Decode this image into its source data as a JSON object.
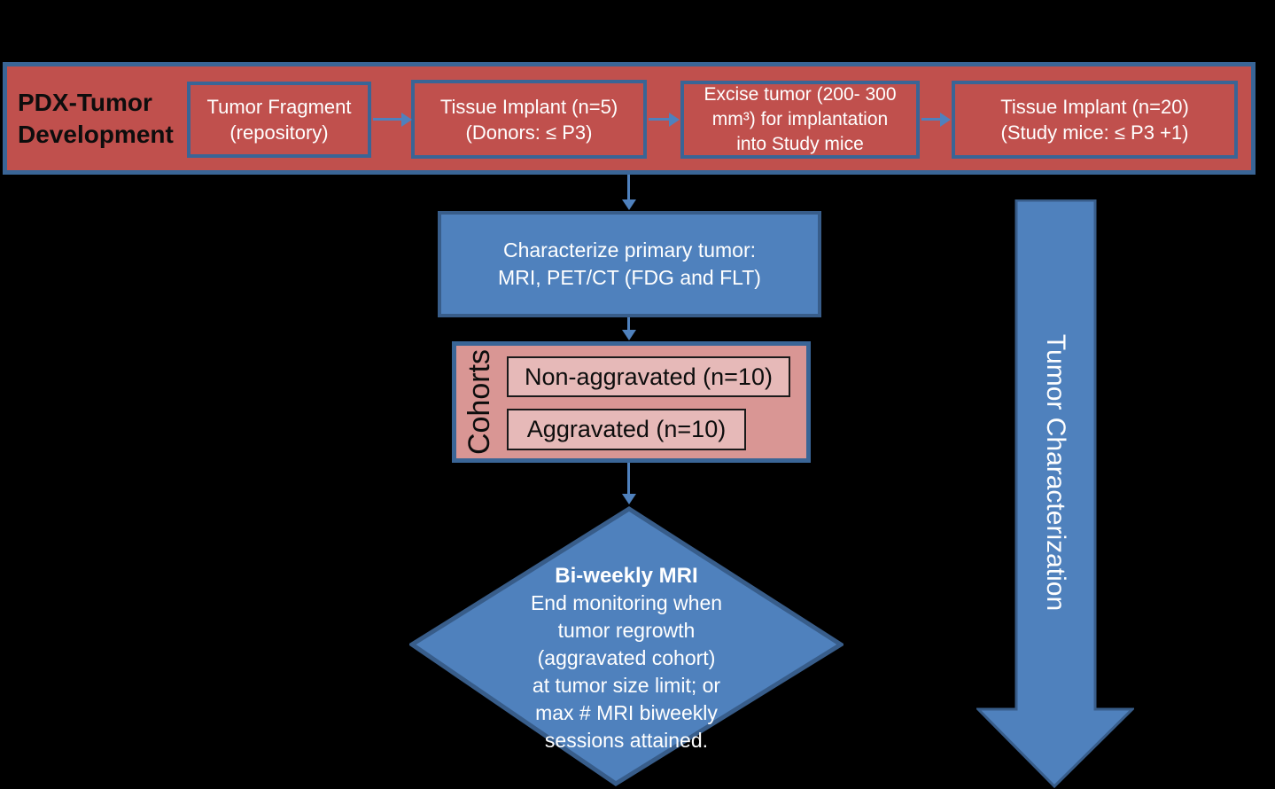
{
  "colors": {
    "background": "#000000",
    "red_fill": "#c0504d",
    "pink_fill": "#d99694",
    "light_pink_fill": "#e6b9b8",
    "blue_fill": "#4f81bd",
    "blue_border": "#3a6596",
    "dark_blue_border": "#385d8a",
    "connector": "#4f81bd"
  },
  "banner": {
    "label": [
      "PDX-Tumor",
      "Development"
    ],
    "boxes": [
      {
        "lines": [
          "Tumor Fragment",
          "(repository)"
        ]
      },
      {
        "lines": [
          "Tissue Implant (n=5)",
          "(Donors: ≤ P3)"
        ]
      },
      {
        "lines": [
          "Excise tumor (200- 300",
          "mm³) for implantation",
          "into Study mice"
        ]
      },
      {
        "lines": [
          "Tissue Implant (n=20)",
          "(Study mice: ≤ P3 +1)"
        ]
      }
    ]
  },
  "characterize_box": {
    "lines": [
      "Characterize primary tumor:",
      "MRI, PET/CT (FDG and FLT)"
    ]
  },
  "cohorts": {
    "label": "Cohorts",
    "items": [
      {
        "label": "Non-aggravated (n=10)"
      },
      {
        "label": "Aggravated (n=10)"
      }
    ]
  },
  "decision_diamond": {
    "title": "Bi-weekly MRI",
    "lines": [
      "End monitoring when",
      "tumor regrowth",
      "(aggravated cohort)",
      "at tumor size limit; or",
      "max # MRI biweekly",
      "sessions attained."
    ]
  },
  "side_arrow": {
    "label": "Tumor Characterization"
  }
}
